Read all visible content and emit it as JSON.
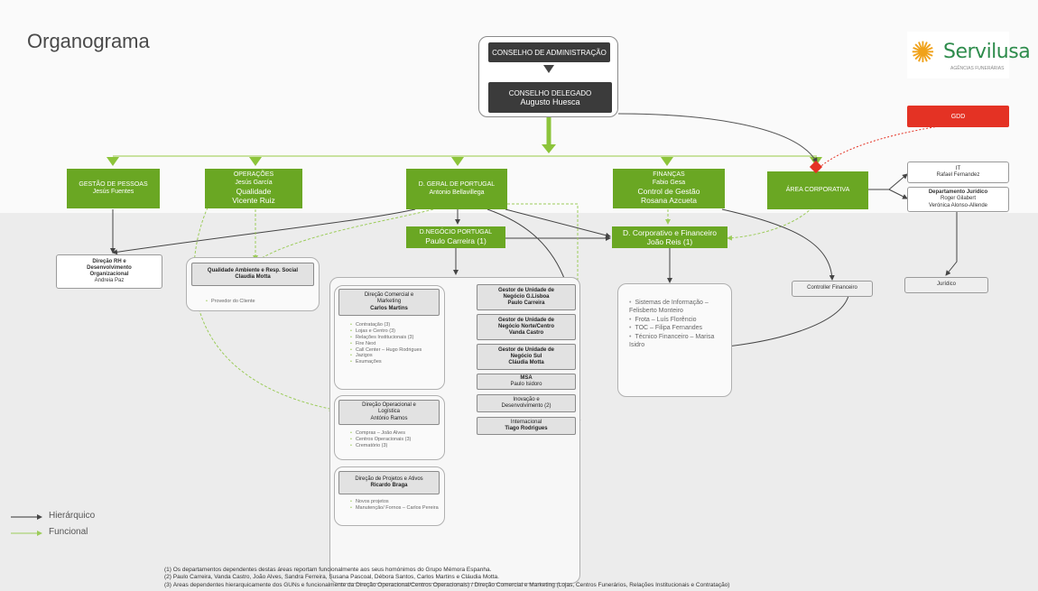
{
  "title": "Organograma",
  "logo": {
    "name": "Servilusa",
    "tagline": "AGÊNCIAS FUNERÁRIAS"
  },
  "top": {
    "conselho_admin": "CONSELHO DE ADMINISTRAÇÃO",
    "conselho_delegado": {
      "line1": "CONSELHO DELEGADO",
      "line2": "Augusto Huesca"
    }
  },
  "gdd": "GDD",
  "level1": {
    "gestao": {
      "line1": "GESTÃO DE PESSOAS",
      "line2": "Jesús Fuentes"
    },
    "operacoes": {
      "line1": "OPERAÇÕES",
      "line2": "Jesús García",
      "line3": "Qualidade",
      "line4": "Vicente Ruiz"
    },
    "dgeral": {
      "line1": "D. GERAL DE PORTUGAL",
      "line2": "Antonio Bellavillega"
    },
    "financas": {
      "line1": "FINANÇAS",
      "line2": "Fabio Gesa",
      "line3": "Control de Gestão",
      "line4": "Rosana Azcueta"
    },
    "corporativa": "ÁREA CORPORATIVA"
  },
  "right_side": {
    "it": {
      "line1": "IT",
      "line2": "Rafael Fernandez"
    },
    "juridico_dept": {
      "line1": "Departamento Jurídico",
      "line2": "Roger Gilabert",
      "line3": "Verónica Alonso-Allende"
    },
    "juridico": "Jurídico",
    "controller": "Controller Financeiro"
  },
  "direcao_rh": {
    "line1": "Direção RH e",
    "line2": "Desenvolvimento",
    "line3": "Organizacional",
    "line4": "Andreia Paz"
  },
  "qualidade": {
    "line1": "Qualidade Ambiente e Resp. Social",
    "line2": "Claudia Motta",
    "item": "Provedor do Cliente"
  },
  "dnegocio": {
    "line1": "D.NEGÓCIO PORTUGAL",
    "line2": "Paulo Carreira (1)"
  },
  "dcorp": {
    "line1": "D. Corporativo e Financeiro",
    "line2": "João Reis (1)"
  },
  "corp_list": [
    "Sistemas de Informação – Felisberto Monteiro",
    "Frota – Luís Florêncio",
    "TOC – Filipa Fernandes",
    "Técnico Financeiro – Marisa Isidro"
  ],
  "comercial": {
    "head": {
      "line1": "Direção Comercial e",
      "line2": "Marketing",
      "line3": "Carlos Martins"
    },
    "items": [
      "Contratação (3)",
      "Lojas e Centro (3)",
      "Relações Institucionais (3)",
      "Fire Next",
      "Call Center – Hugo Rodrigues",
      "Jazigos",
      "Exumações"
    ]
  },
  "operacional": {
    "head": {
      "line1": "Direção Operacional e",
      "line2": "Logística",
      "line3": "António Ramos"
    },
    "items": [
      "Compras – João Alves",
      "Centros Operacionais (3)",
      "Crematório (3)"
    ]
  },
  "projetos": {
    "head": {
      "line1": "Direção de Projetos e Ativos",
      "line2": "Ricardo Braga"
    },
    "items": [
      "Novos projetos",
      "Manutenção/ Fornos – Carlos Pereira"
    ]
  },
  "gestores": [
    {
      "line1": "Gestor de Unidade de",
      "line2": "Negócio G.Lisboa",
      "line3": "Paulo Carreira"
    },
    {
      "line1": "Gestor de Unidade de",
      "line2": "Negócio Norte/Centro",
      "line3": "Vanda Castro"
    },
    {
      "line1": "Gestor de Unidade de",
      "line2": "Negócio Sul",
      "line3": "Cláudia Motta"
    },
    {
      "line1": "MSA",
      "line2": "Paulo Isidoro",
      "line3": ""
    },
    {
      "line1": "Inovação e",
      "line2": "Desenvolvimento (2)",
      "line3": ""
    },
    {
      "line1": "Internacional",
      "line2": "Tiago Rodrigues",
      "line3": ""
    }
  ],
  "legend": {
    "hierarquico": "Hierárquico",
    "funcional": "Funcional"
  },
  "notes": [
    "(1) Os departamentos dependentes destas áreas reportam funcionalmente aos seus homónimos do Grupo Mémora Espanha.",
    "(2) Paulo Carreira, Vanda Castro, João Alves, Sandra Ferreira, Susana Pascoal, Débora Santos, Carlos Martins e Cláudia Motta.",
    "(3) Áreas dependentes hierarquicamente dos GUNs e funcionalmente da Direção Operacional/Centros Operacionais) / Direção Comercial e Marketing (Lojas, Centros Funerários, Relações Institucionais e Contratação)"
  ],
  "colors": {
    "green": "#6aa723",
    "red": "#e43224",
    "dark": "#3b3b3b",
    "functional_line": "#9ccc5a"
  }
}
